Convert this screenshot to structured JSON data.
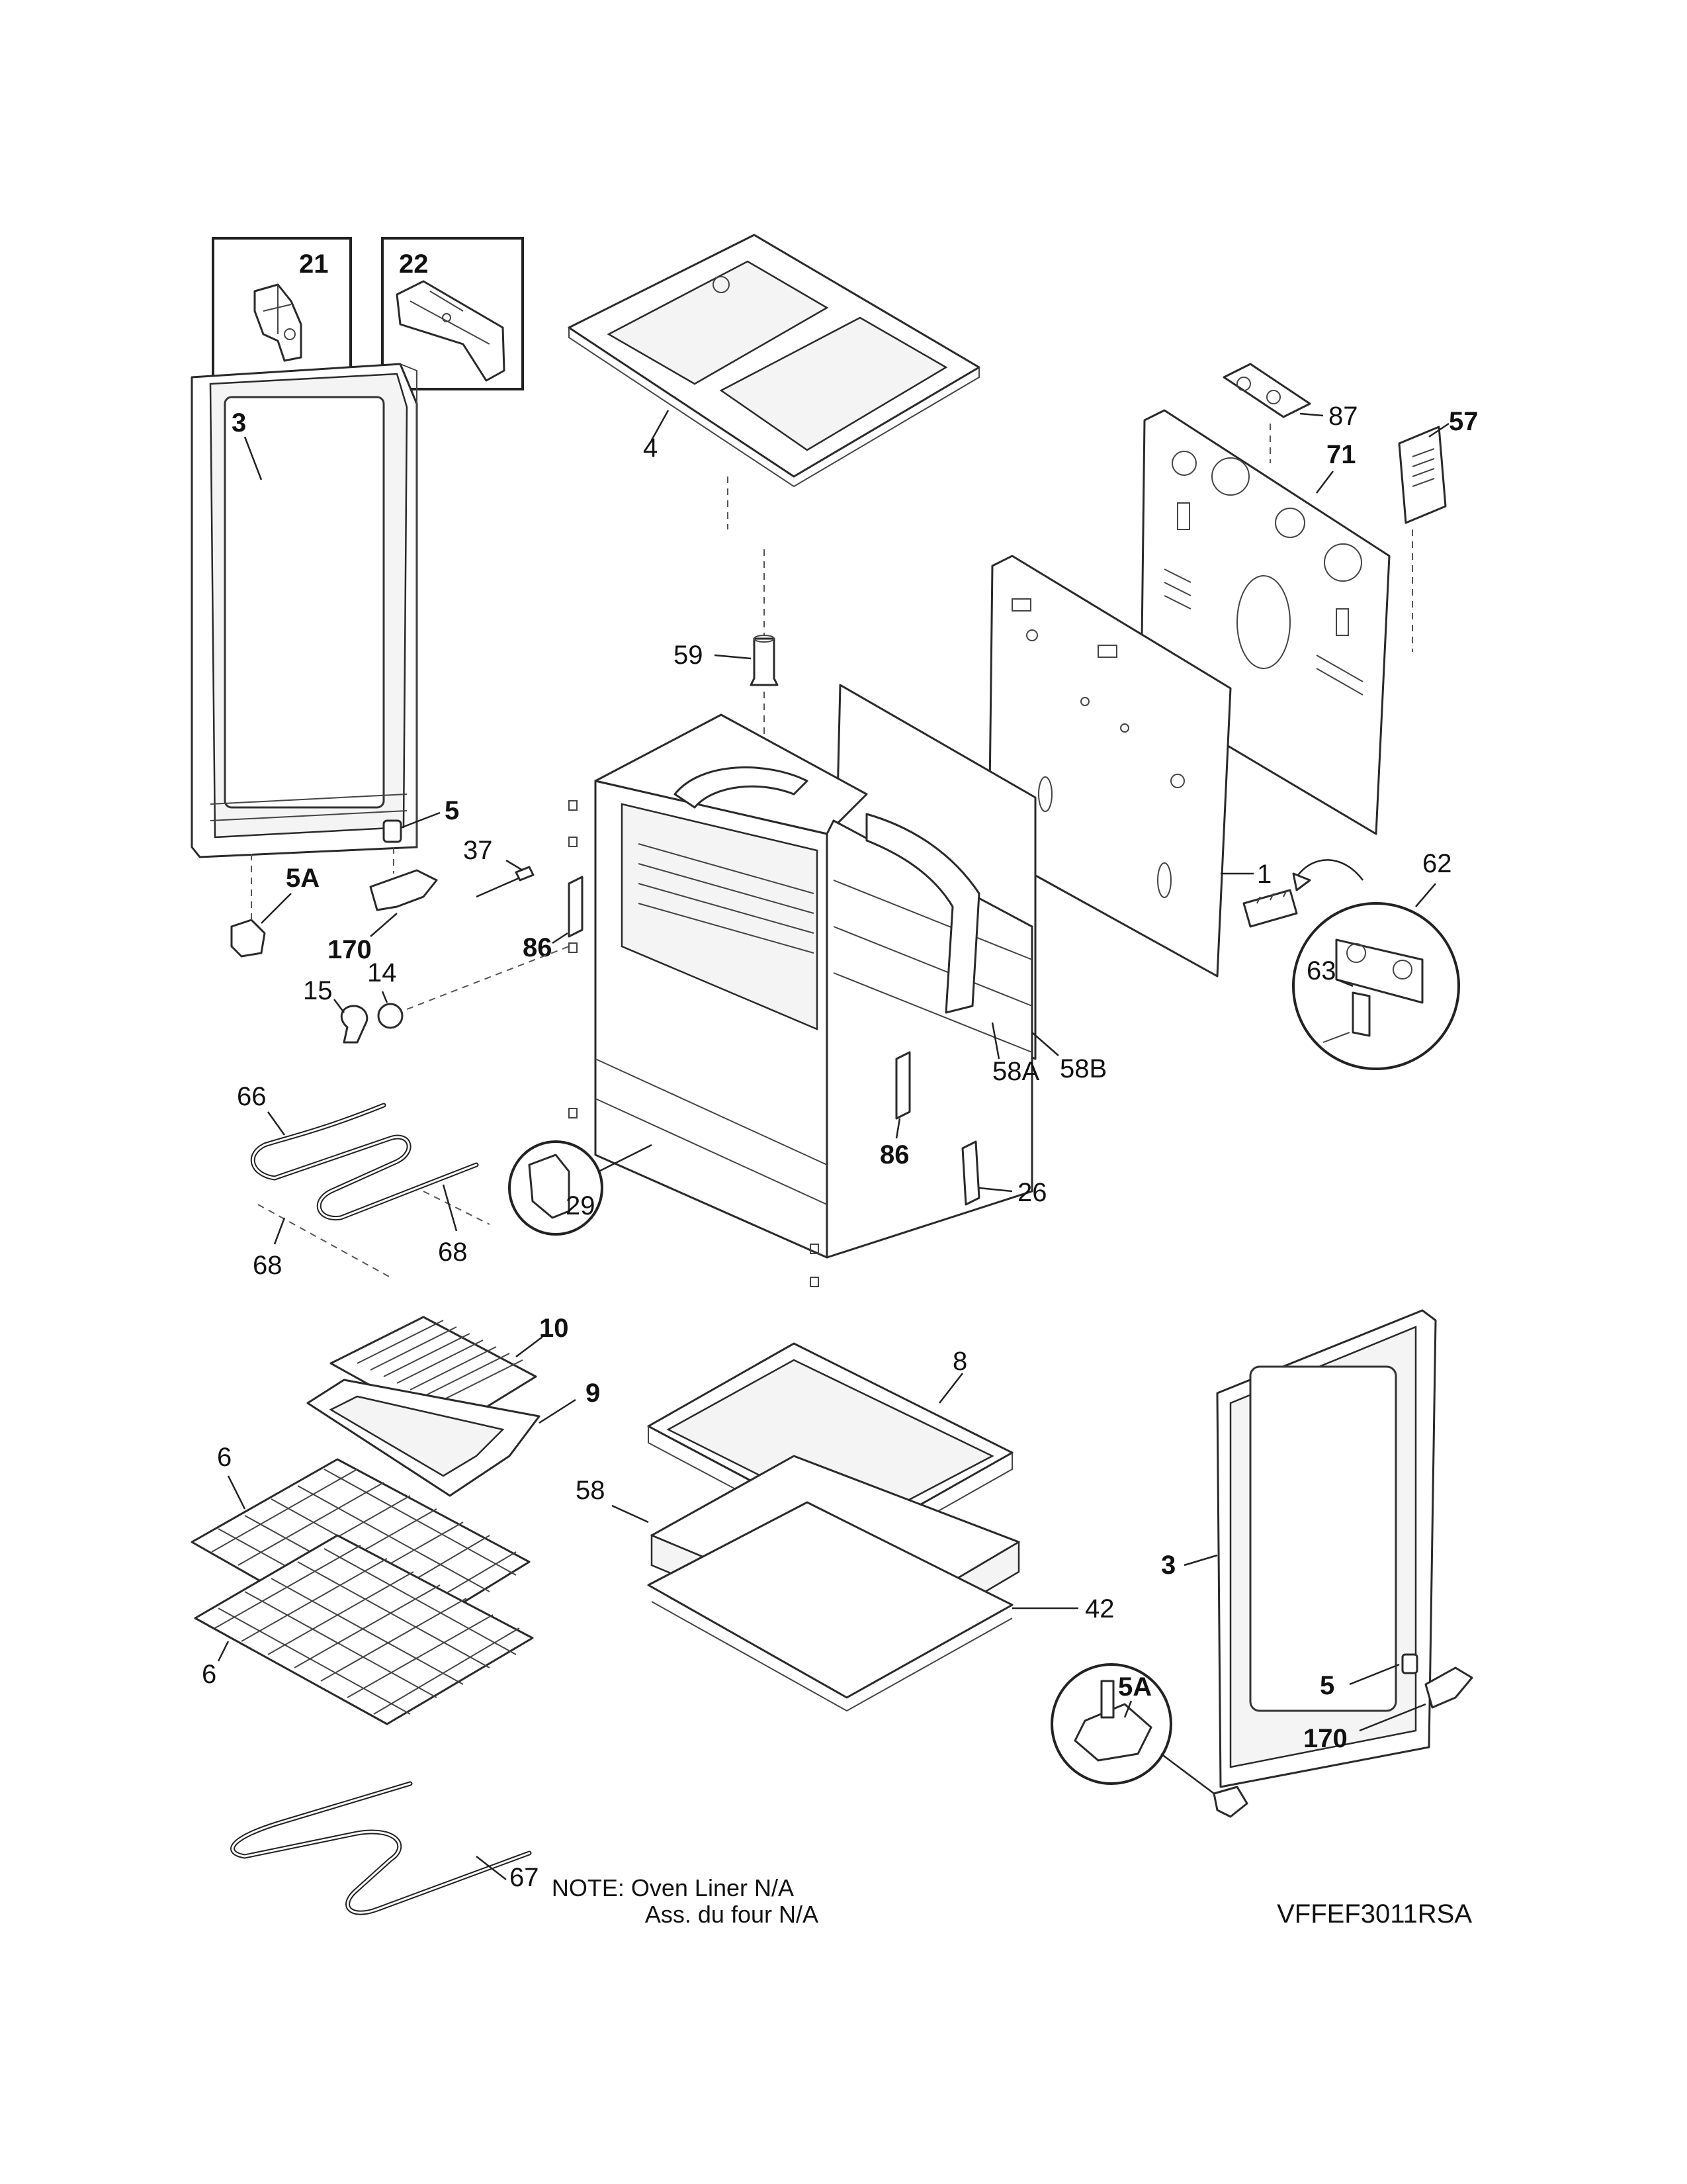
{
  "callouts": {
    "c21": "21",
    "c22": "22",
    "c3a": "3",
    "c4": "4",
    "c87": "87",
    "c57": "57",
    "c71": "71",
    "c59": "59",
    "c5a": "5",
    "c5Aa": "5A",
    "c37": "37",
    "c170a": "170",
    "c86a": "86",
    "c14": "14",
    "c15": "15",
    "c1": "1",
    "c62": "62",
    "c63": "63",
    "c58A": "58A",
    "c58B": "58B",
    "c66": "66",
    "c29": "29",
    "c86b": "86",
    "c26": "26",
    "c68a": "68",
    "c68b": "68",
    "c10": "10",
    "c9": "9",
    "c8": "8",
    "c6a": "6",
    "c6b": "6",
    "c58": "58",
    "c42": "42",
    "c3b": "3",
    "c5Ab": "5A",
    "c5b": "5",
    "c170b": "170",
    "c67": "67"
  },
  "note": {
    "line1": "NOTE: Oven Liner N/A",
    "line2": "Ass. du four N/A"
  },
  "model": "VFFEF3011RSA"
}
